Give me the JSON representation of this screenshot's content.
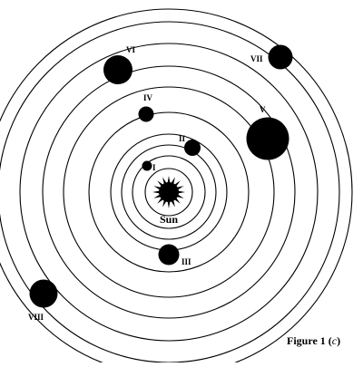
{
  "diagram": {
    "sun_label": "Sun",
    "planets": [
      {
        "label": "I"
      },
      {
        "label": "II"
      },
      {
        "label": "III"
      },
      {
        "label": "IV"
      },
      {
        "label": "V"
      },
      {
        "label": "VI"
      },
      {
        "label": "VII"
      },
      {
        "label": "VIII"
      }
    ],
    "caption": {
      "prefix": "Figure 1 (",
      "letter": "c",
      "suffix": ")"
    },
    "colors": {
      "ink": "#000000",
      "background": "#ffffff"
    }
  }
}
